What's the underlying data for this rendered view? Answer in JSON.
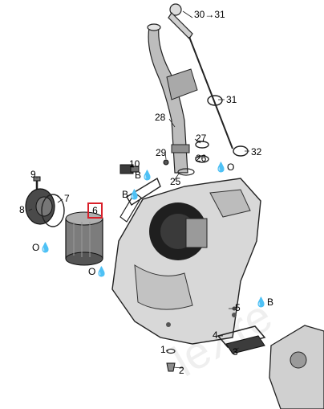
{
  "callouts": {
    "c1": "1",
    "c2": "2",
    "c3": "3",
    "c4": "4",
    "c5": "5",
    "c6": "6",
    "c7": "7",
    "c8": "8",
    "c9": "9",
    "c10": "10",
    "c25": "25",
    "c26": "26",
    "c27": "27",
    "c28": "28",
    "c29": "29",
    "c30_31": "30→31",
    "c31": "31",
    "c32": "32"
  },
  "symbols": {
    "b_drop_a": "B",
    "b_drop_b": "B",
    "b_drop_c": "B",
    "o_drop_a": "O",
    "o_drop_b": "O",
    "o_drop_c": "O"
  },
  "highlight_color": "#d9202a",
  "part_color": "#3a3a3a"
}
